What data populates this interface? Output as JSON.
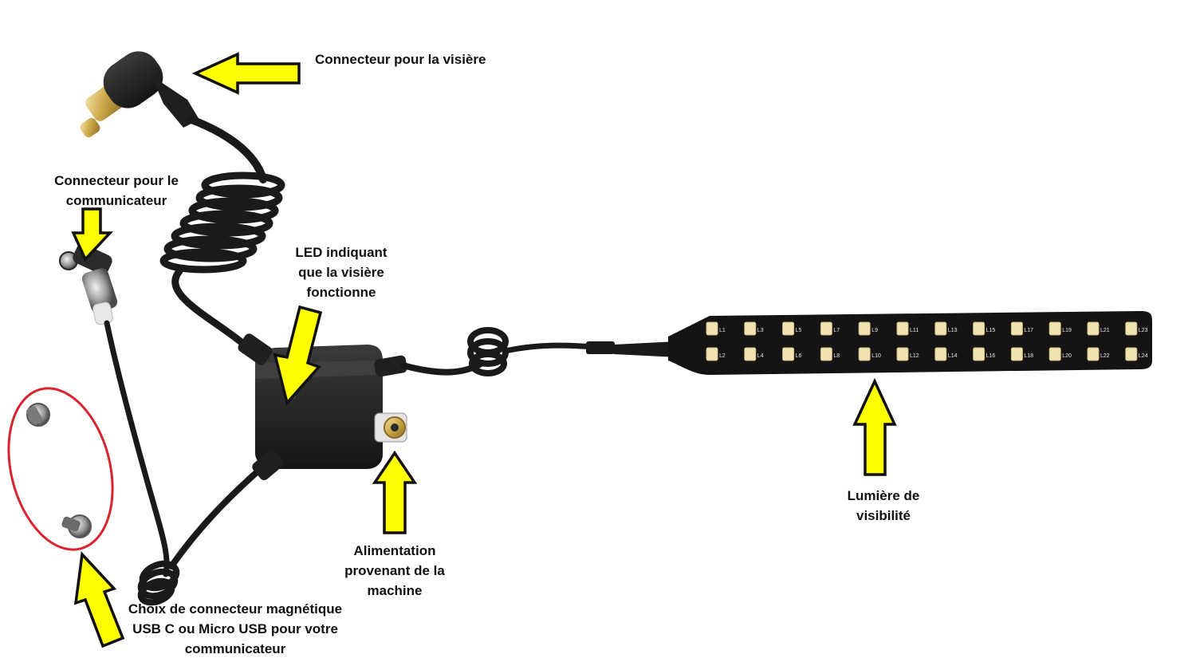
{
  "labels": {
    "visor_connector": "Connecteur pour la visière",
    "communicator_connector": [
      "Connecteur pour le",
      "communicateur"
    ],
    "led_indicator": [
      "LED indiquant",
      "que la visière",
      "fonctionne"
    ],
    "power_supply": [
      "Alimentation",
      "provenant de la",
      "machine"
    ],
    "visibility_light": [
      "Lumière de",
      "visibilité"
    ],
    "magnetic_choice": [
      "Choix de connecteur magnétique",
      "USB C ou Micro USB pour votre",
      "communicateur"
    ]
  },
  "led_strip": {
    "top_row": [
      "L1",
      "L3",
      "L5",
      "L7",
      "L9",
      "L11",
      "L13",
      "L15",
      "L17",
      "L19",
      "L21",
      "L23"
    ],
    "bottom_row": [
      "L2",
      "L4",
      "L6",
      "L8",
      "L10",
      "L12",
      "L14",
      "L16",
      "L18",
      "L20",
      "L22",
      "L24"
    ]
  },
  "colors": {
    "arrow_fill": "#ffff00",
    "arrow_stroke": "#111111",
    "cable": "#1a1a1a",
    "highlight_ellipse": "#d9232e",
    "led": "#f3e3b0",
    "gold": "#c9a646"
  }
}
